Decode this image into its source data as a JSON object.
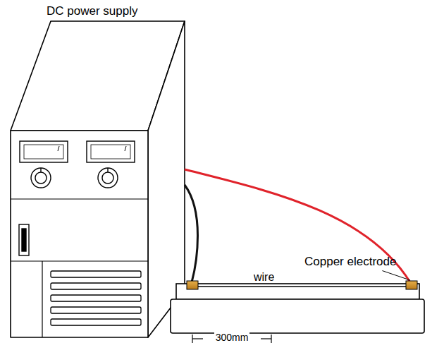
{
  "diagram": {
    "labels": [
      "DC power supply",
      "Copper electrode",
      "wire",
      "300mm"
    ]
  }
}
